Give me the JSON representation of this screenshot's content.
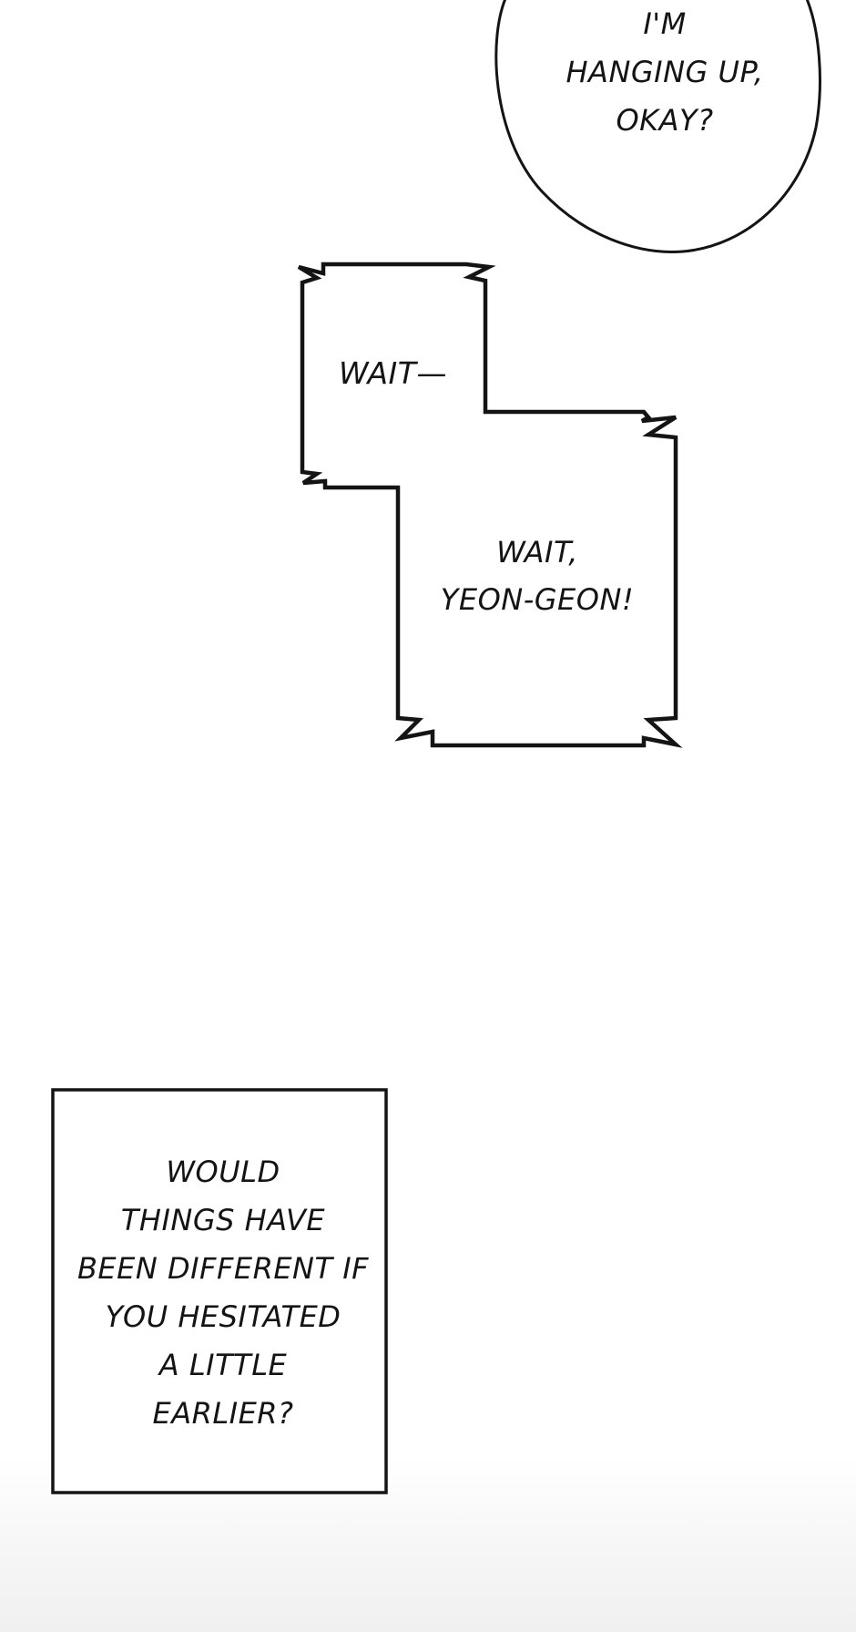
{
  "panel": {
    "speech_bubble": {
      "text": "I'M\nHANGING UP,\nOKAY?"
    },
    "shout_bubble_upper": {
      "text": "WAIT—"
    },
    "shout_bubble_lower": {
      "text": "WAIT,\nYEON-GEON!"
    },
    "narration_box": {
      "text": "WOULD\nTHINGS HAVE\nBEEN DIFFERENT IF\nYOU HESITATED\nA LITTLE\nEARLIER?"
    }
  },
  "colors": {
    "background": "#ffffff",
    "ink": "#141414"
  }
}
